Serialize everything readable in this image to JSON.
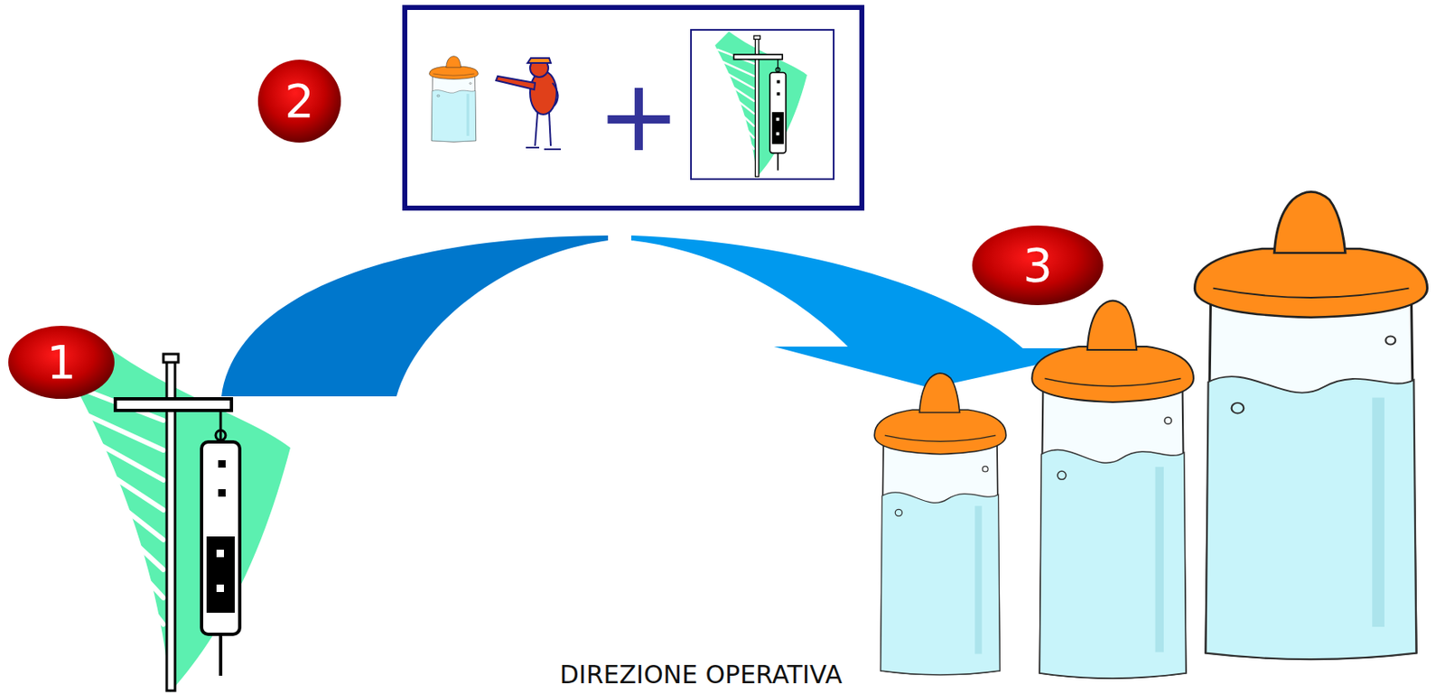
{
  "diagram": {
    "labels": [
      "1",
      "2",
      "+",
      "3",
      "DIREZIONE OPERATIVA"
    ]
  }
}
